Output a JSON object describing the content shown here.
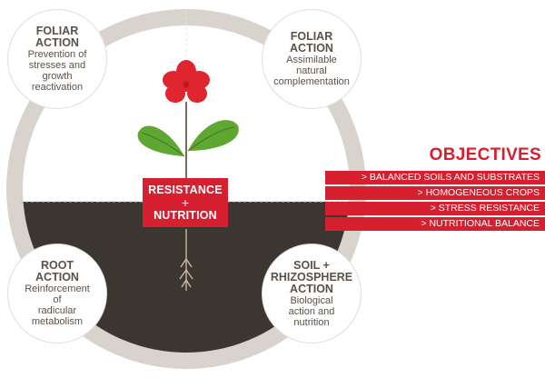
{
  "colors": {
    "ring": "#d8d3cc",
    "soil": "#3c3630",
    "accent": "#d7202f",
    "leaf": "#5ea832",
    "text": "#5a5148"
  },
  "cards": {
    "foliar_left": {
      "title": "FOLIAR\nACTION",
      "desc": "Prevention of\nstresses and\ngrowth\nreactivation"
    },
    "foliar_right": {
      "title": "FOLIAR\nACTION",
      "desc": "Assimilable\nnatural\ncomplementation"
    },
    "root": {
      "title": "ROOT\nACTION",
      "desc": "Reinforcement\nof\nradicular\nmetabolism"
    },
    "soil": {
      "title": "SOIL +\nRHIZOSPHERE\nACTION",
      "desc": "Biological\naction and\nnutrition"
    }
  },
  "center": {
    "line1": "RESISTANCE",
    "plus": "+",
    "line2": "NUTRITION"
  },
  "objectives": {
    "title": "OBJECTIVES",
    "items": [
      "> BALANCED SOILS AND SUBSTRATES",
      "> HOMOGENEOUS CROPS",
      "> STRESS RESISTANCE",
      "> NUTRITIONAL BALANCE"
    ]
  }
}
